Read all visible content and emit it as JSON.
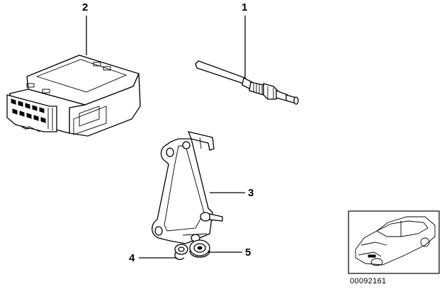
{
  "callouts": {
    "c1": "1",
    "c2": "2",
    "c3": "3",
    "c4": "4",
    "c5": "5"
  },
  "document_id": "00092161",
  "parts": [
    {
      "callout": "1",
      "icon": "glow-plug-icon"
    },
    {
      "callout": "2",
      "icon": "control-unit-icon"
    },
    {
      "callout": "3",
      "icon": "bracket-icon"
    },
    {
      "callout": "4",
      "icon": "clip-icon"
    },
    {
      "callout": "5",
      "icon": "grommet-icon"
    }
  ],
  "colors": {
    "line": "#000000",
    "background": "#ffffff"
  }
}
